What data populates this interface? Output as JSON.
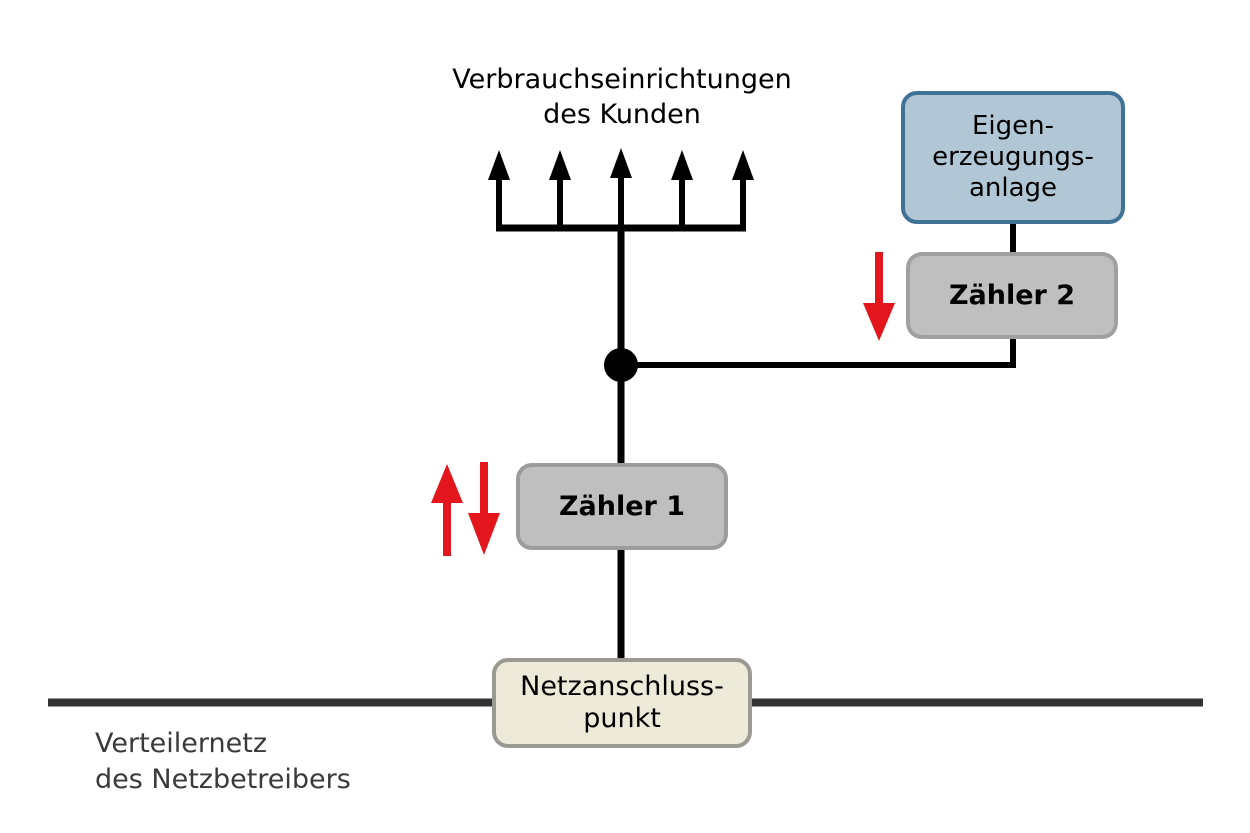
{
  "diagram": {
    "title": "Anschlussschema Eigenerzeugungsanlage mit zwei Zaehlern",
    "background_color": "#ffffff",
    "colors": {
      "line_black": "#000000",
      "grid_line": "#333333",
      "arrow_red": "#e2161c",
      "meter_fill": "#bfbfbf",
      "meter_border": "#9c9c9c",
      "generator_fill": "#b2c7d6",
      "generator_border": "#3f7294",
      "connection_point_fill": "#eeeada",
      "connection_point_border": "#9a9a92",
      "text_grey": "#3a3a3a"
    },
    "labels": {
      "consumers": "Verbrauchseinrichtungen\ndes Kunden",
      "distribution_network": "Verteilernetz\ndes Netzbetreibers"
    },
    "nodes": {
      "generator": "Eigen-\nerzeugungs-\nanlage",
      "meter_2": "Zähler 2",
      "meter_1": "Zähler 1",
      "connection_point": "Netzanschluss-\npunkt"
    },
    "flow_arrows": [
      {
        "name": "meter-1-import-arrow",
        "direction": "up",
        "color": "#e2161c"
      },
      {
        "name": "meter-1-export-arrow",
        "direction": "down",
        "color": "#e2161c"
      },
      {
        "name": "generator-feed-arrow",
        "direction": "down",
        "color": "#e2161c"
      }
    ],
    "consumer_branches": 5
  }
}
